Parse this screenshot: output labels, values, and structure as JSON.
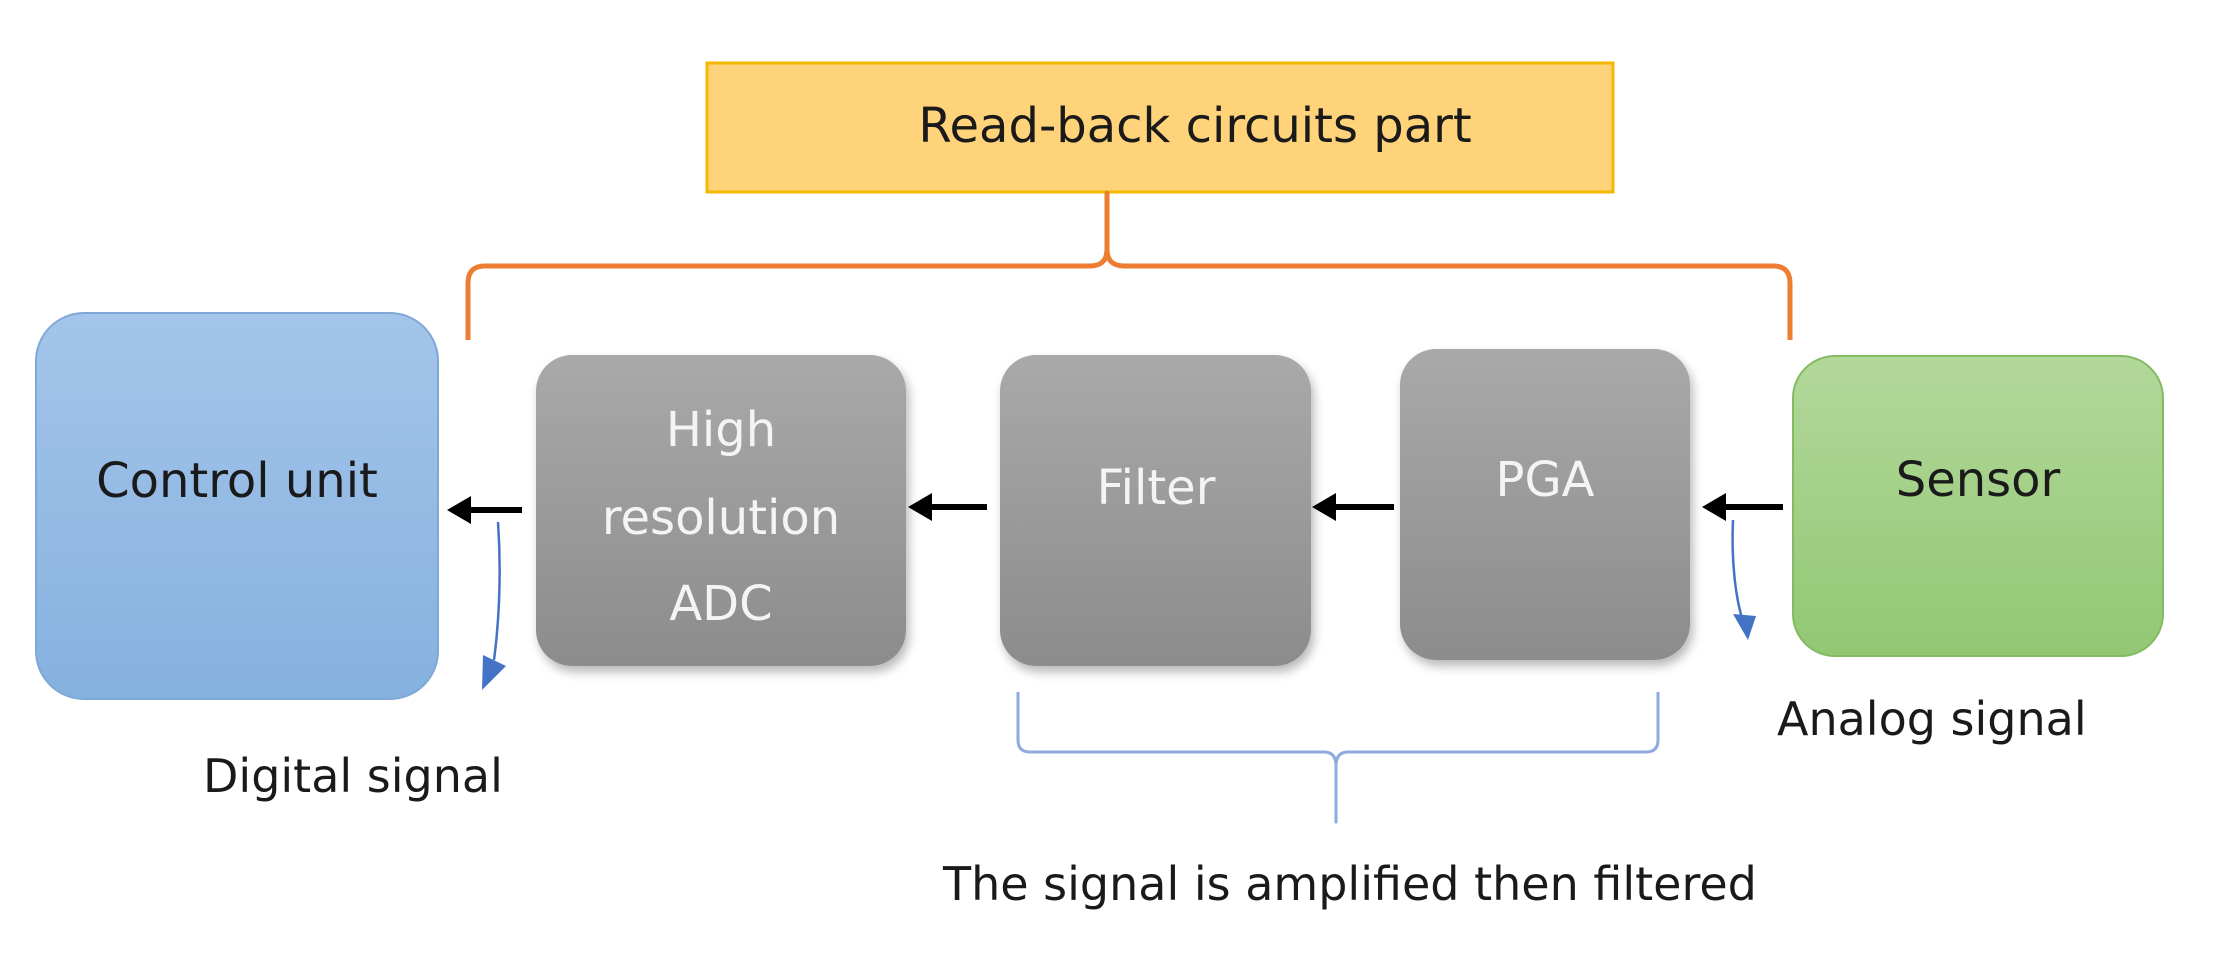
{
  "title_box": {
    "label": "Read-back circuits part",
    "fill": "#FFD37A",
    "stroke": "#F5B800"
  },
  "blocks": {
    "control_unit": {
      "label": "Control unit",
      "fill": "#9DC3E6"
    },
    "adc": {
      "lines": [
        "High",
        "resolution",
        "ADC"
      ],
      "fill": "#9E9E9E"
    },
    "filter": {
      "label": "Filter",
      "fill": "#9E9E9E"
    },
    "pga": {
      "label": "PGA",
      "fill": "#9E9E9E"
    },
    "sensor": {
      "label": "Sensor",
      "fill": "#A9D18E"
    }
  },
  "labels": {
    "digital_signal": "Digital signal",
    "analog_signal": "Analog signal",
    "amplified_filtered": "The signal is amplified then filtered"
  },
  "colors": {
    "top_brace": "#ED7D31",
    "bottom_brace": "#8FAADC",
    "signal_arrow": "#4472C4",
    "flow_arrow": "#000000"
  }
}
